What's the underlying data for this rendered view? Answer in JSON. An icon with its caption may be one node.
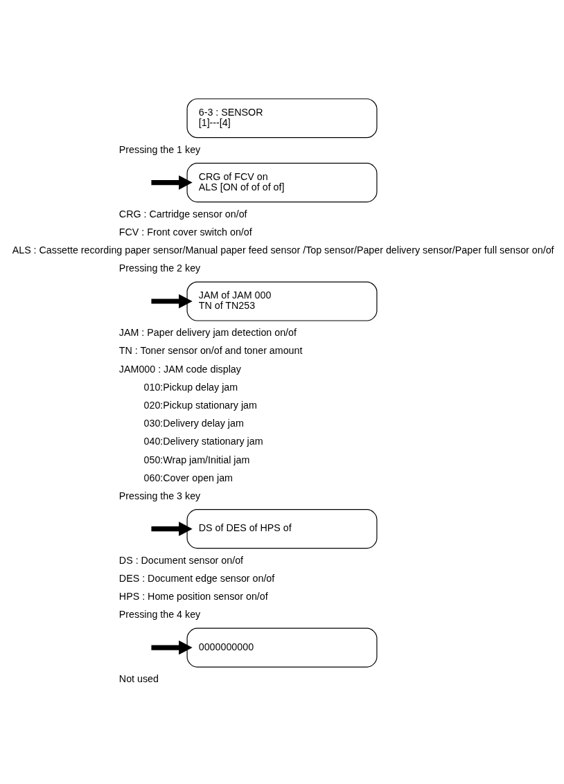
{
  "diagram": {
    "nodes": [
      {
        "text": [
          "6-3 : SENSOR",
          "[1]---[4]"
        ]
      },
      {
        "text": [
          "CRG of FCV on",
          "ALS [ON of of of of]"
        ]
      },
      {
        "text": [
          "JAM of JAM 000",
          "TN of TN253"
        ]
      },
      {
        "text": [
          "DS of DES of HPS of"
        ]
      },
      {
        "text": [
          "0000000000"
        ]
      }
    ],
    "edges": [
      {
        "from": null,
        "to": 1,
        "arrow": "to"
      },
      {
        "from": null,
        "to": 2,
        "arrow": "to"
      },
      {
        "from": null,
        "to": 3,
        "arrow": "to"
      },
      {
        "from": null,
        "to": 4,
        "arrow": "to"
      }
    ],
    "labels": [
      "Pressing the 1 key",
      "CRG : Cartridge sensor on/of",
      "FCV : Front cover switch on/of",
      "ALS : Cassette recording paper sensor/Manual paper feed sensor /Top sensor/Paper delivery sensor/Paper full sensor on/of",
      "Pressing the 2 key",
      "JAM : Paper delivery jam detection on/of",
      "TN : Toner sensor on/of and toner amount",
      "JAM000 : JAM code display",
      "010:Pickup delay jam",
      "020:Pickup stationary jam",
      "030:Delivery delay jam",
      "040:Delivery stationary jam",
      "050:Wrap jam/Initial jam",
      "060:Cover open jam",
      "Pressing the 3 key",
      "DS : Document sensor on/of",
      "DES : Document edge sensor on/of",
      "HPS : Home position sensor on/of",
      "Pressing the 4 key",
      "Not used"
    ]
  }
}
